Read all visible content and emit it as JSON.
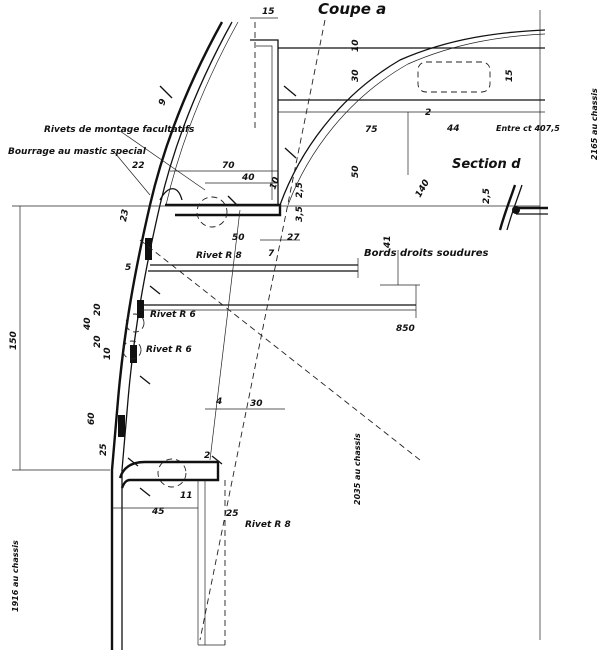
{
  "titles": {
    "coupe": "Coupe a",
    "section": "Section d"
  },
  "labels": {
    "rivets_montage": "Rivets de montage facultatifs",
    "bourrage": "Bourrage au mastic special",
    "rivet_r8_top": "Rivet R 8",
    "rivet_r6_a": "Rivet R 6",
    "rivet_r6_b": "Rivet R 6",
    "rivet_r8_bottom": "Rivet R 8",
    "bords_droits": "Bords droits soudures",
    "entre": "Entre ct 407,5",
    "chassis_2165": "2165 au chassis",
    "chassis_2035": "2035 au chassis",
    "chassis_1916": "1916 au chassis"
  },
  "dimensions": {
    "d15": "15",
    "d10_top": "10",
    "d30": "30",
    "d15_right": "15",
    "d2_right": "2",
    "d75": "75",
    "d44": "44",
    "d50_mid": "50",
    "d140": "140",
    "d22": "22",
    "d70": "70",
    "d40": "40",
    "d9": "9",
    "d23": "23",
    "d2_5_mid": "2,5",
    "d3_5": "3,5",
    "d50_low": "50",
    "d27": "27",
    "d7": "7",
    "d41": "41",
    "d2_5_sec": "2,5",
    "d850": "850",
    "d150": "150",
    "d40_left": "40",
    "d20_a": "20",
    "d20_b": "20",
    "d10_left": "10",
    "d60": "60",
    "d25": "25",
    "d4": "4",
    "d30_low": "30",
    "d2_bot": "2",
    "d45": "45",
    "d11": "11",
    "d25_bot": "25",
    "d10_tilt": "10",
    "d5": "5"
  }
}
